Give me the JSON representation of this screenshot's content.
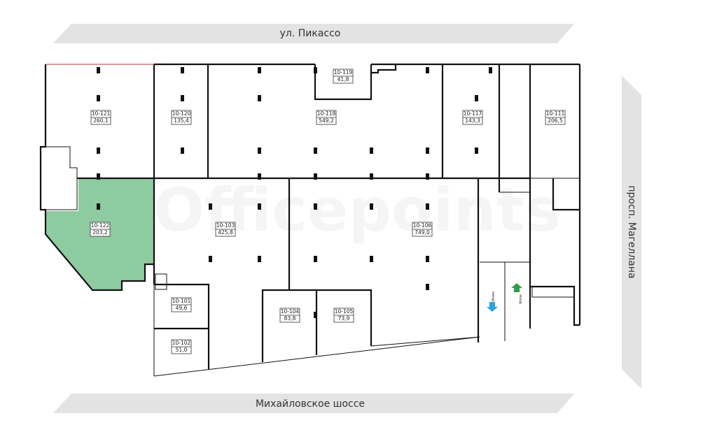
{
  "streets": {
    "top": "ул. Пикассо",
    "bottom": "Михайловское шоссе",
    "right": "просп. Магеллана"
  },
  "watermark": "Officepoints",
  "selected_color": "#8ecba0",
  "rooms": {
    "r121": {
      "id": "10-121",
      "area": "260,1"
    },
    "r120": {
      "id": "10-120",
      "area": "135,4"
    },
    "r118": {
      "id": "10-118",
      "area": "549,2"
    },
    "r119": {
      "id": "10-119",
      "area": "41,8"
    },
    "r117": {
      "id": "10-117",
      "area": "143,3"
    },
    "r111": {
      "id": "10-111",
      "area": "206,5"
    },
    "r122": {
      "id": "10-122",
      "area": "203,2",
      "selected": true
    },
    "r103": {
      "id": "10-103",
      "area": "425,8"
    },
    "r106": {
      "id": "10-106",
      "area": "749,0"
    },
    "r101": {
      "id": "10-101",
      "area": "49,6"
    },
    "r102": {
      "id": "10-102",
      "area": "51,0"
    },
    "r104": {
      "id": "10-104",
      "area": "83,8"
    },
    "r105": {
      "id": "10-105",
      "area": "73,9"
    }
  },
  "exits": {
    "out": "выезд",
    "in": "въезд"
  }
}
